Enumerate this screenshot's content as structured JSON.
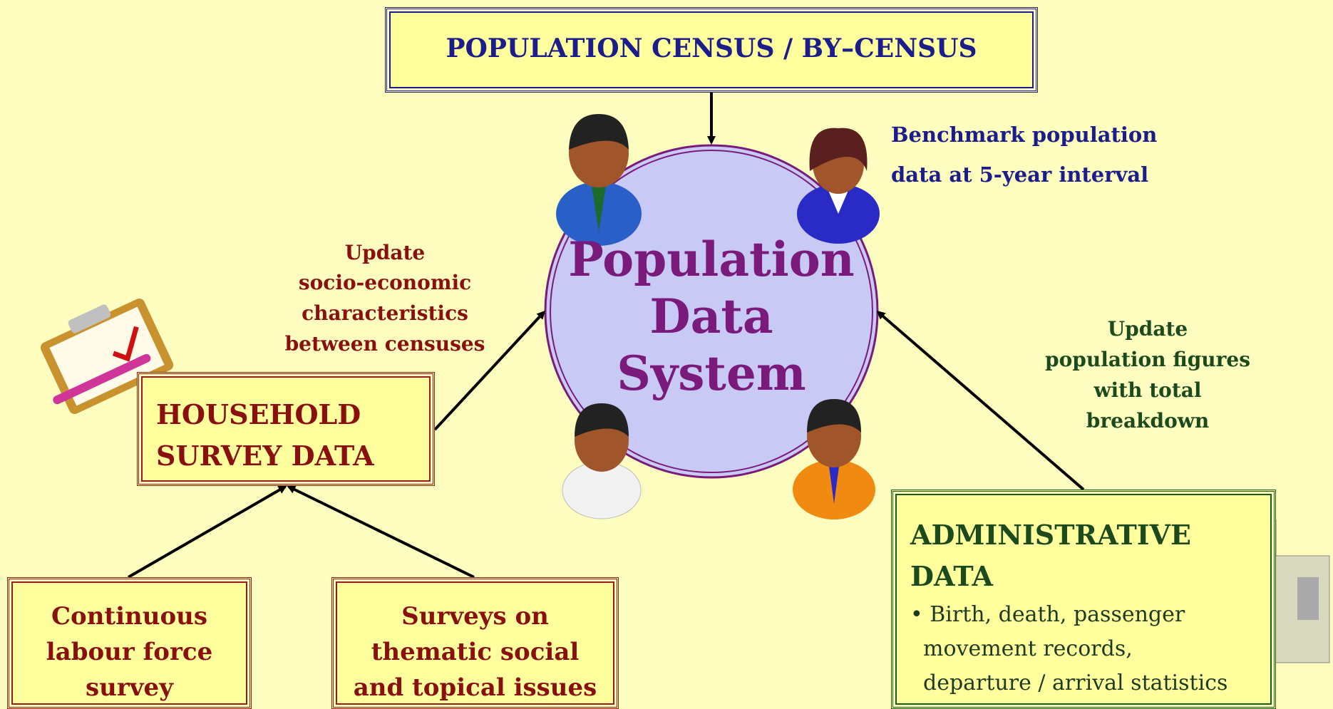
{
  "census_box": {
    "title": "POPULATION CENSUS / BY–CENSUS"
  },
  "benchmark_note": {
    "line1": "Benchmark population",
    "line2": "data at 5-year interval"
  },
  "center": {
    "line1": "Population",
    "line2": "Data",
    "line3": "System"
  },
  "household_note": {
    "line1": "Update",
    "line2": "socio-economic",
    "line3": "characteristics",
    "line4": "between censuses"
  },
  "household_box": {
    "line1": "HOUSEHOLD",
    "line2": "SURVEY DATA"
  },
  "admin_note": {
    "line1": "Update",
    "line2": "population figures",
    "line3": "with total",
    "line4": "breakdown"
  },
  "labour_box": {
    "line1": "Continuous",
    "line2": "labour force",
    "line3": "survey"
  },
  "thematic_box": {
    "line1": "Surveys on",
    "line2": "thematic social",
    "line3": "and topical issues"
  },
  "admin_box": {
    "title1": "ADMINISTRATIVE",
    "title2": "DATA",
    "bullet1": "• Birth, death, passenger",
    "bullet2": "movement records,",
    "bullet3": "departure / arrival statistics"
  },
  "colors": {
    "background": "#fdfdc0",
    "box_fill": "#ffff9e",
    "navy": "#1c1c8a",
    "maroon": "#8a1010",
    "purple": "#7a1a7a",
    "green": "#1d4a1d",
    "circle_fill": "#c9c9f5"
  },
  "icons": [
    "clipboard-icon",
    "server-icon",
    "person-icon"
  ]
}
